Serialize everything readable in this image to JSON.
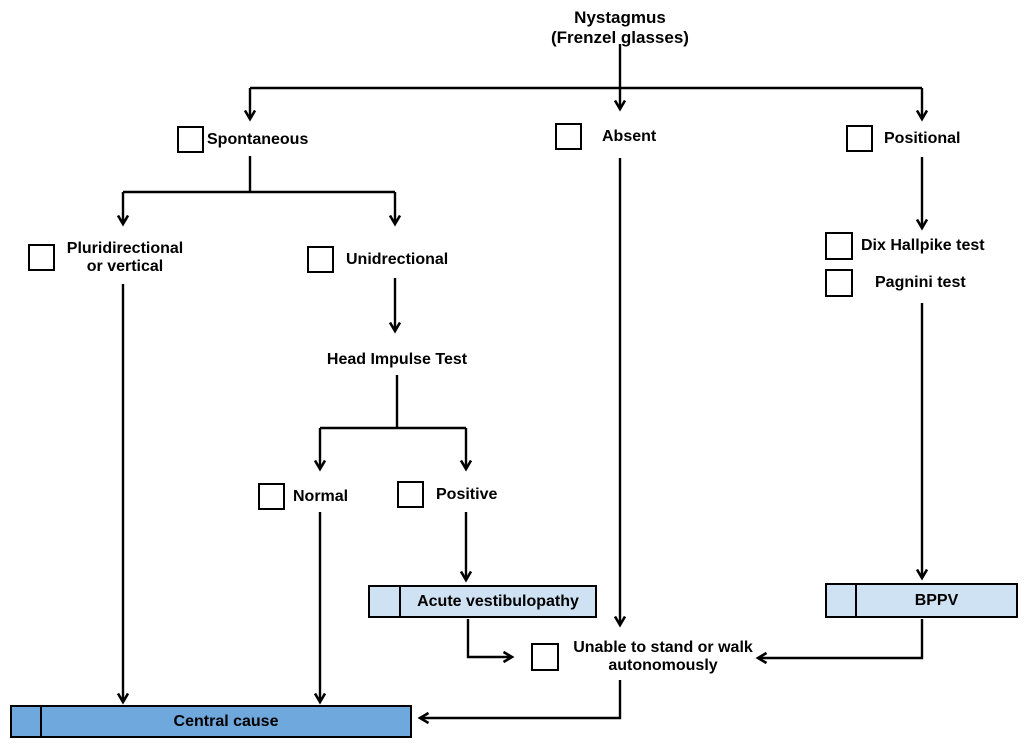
{
  "title": {
    "line1": "Nystagmus",
    "line2": "(Frenzel glasses)"
  },
  "nodes": {
    "spontaneous": "Spontaneous",
    "absent": "Absent",
    "positional": "Positional",
    "pluridirectional_line1": "Pluridirectional",
    "pluridirectional_line2": "or vertical",
    "unidirectional": "Unidrectional",
    "head_impulse_test": "Head Impulse Test",
    "normal": "Normal",
    "positive": "Positive",
    "acute_vestibulopathy": "Acute vestibulopathy",
    "unable_line1": "Unable to stand or walk",
    "unable_line2": "autonomously",
    "dix_hallpike": "Dix Hallpike test",
    "pagnini": "Pagnini test",
    "bppv": "BPPV",
    "central_cause": "Central cause"
  },
  "colors": {
    "outcome_light": "#cfe2f3",
    "outcome_dark": "#6fa8dc",
    "checkbox_fill": "#ffffff",
    "line": "#000000"
  }
}
